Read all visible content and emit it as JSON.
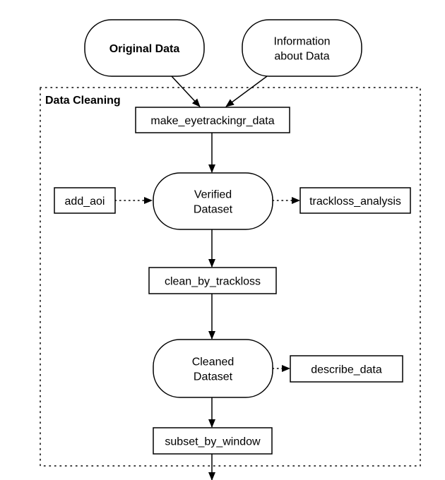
{
  "group": {
    "title": "Data Cleaning"
  },
  "nodes": {
    "original_data": {
      "lines": [
        "Original Data"
      ]
    },
    "information_about_data": {
      "lines": [
        "Information",
        "about Data"
      ]
    },
    "make_eyetrackingr_data": {
      "lines": [
        "make_eyetrackingr_data"
      ]
    },
    "add_aoi": {
      "lines": [
        "add_aoi"
      ]
    },
    "verified_dataset": {
      "lines": [
        "Verified",
        "Dataset"
      ]
    },
    "trackloss_analysis": {
      "lines": [
        "trackloss_analysis"
      ]
    },
    "clean_by_trackloss": {
      "lines": [
        "clean_by_trackloss"
      ]
    },
    "cleaned_dataset": {
      "lines": [
        "Cleaned",
        "Dataset"
      ]
    },
    "describe_data": {
      "lines": [
        "describe_data"
      ]
    },
    "subset_by_window": {
      "lines": [
        "subset_by_window"
      ]
    }
  }
}
